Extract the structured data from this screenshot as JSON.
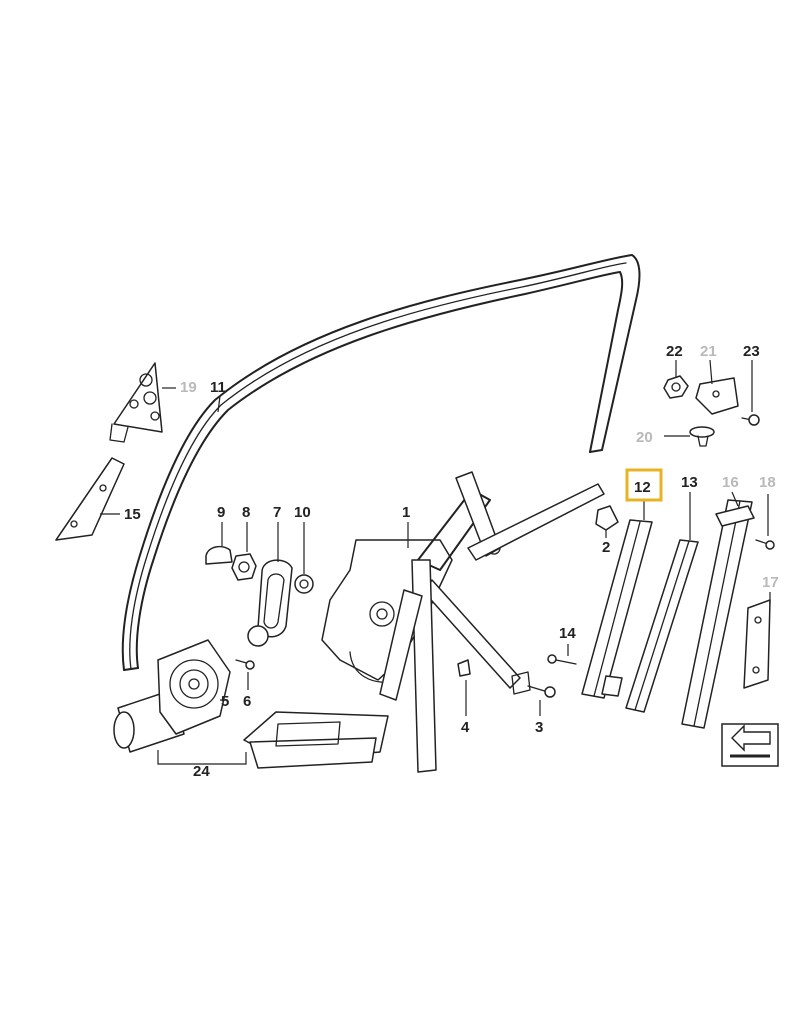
{
  "diagram": {
    "parts": [
      {
        "id": "p1",
        "number": "1",
        "muted": false
      },
      {
        "id": "p2",
        "number": "2",
        "muted": false
      },
      {
        "id": "p3",
        "number": "3",
        "muted": false
      },
      {
        "id": "p4",
        "number": "4",
        "muted": false
      },
      {
        "id": "p5",
        "number": "5",
        "muted": false
      },
      {
        "id": "p6",
        "number": "6",
        "muted": false
      },
      {
        "id": "p7",
        "number": "7",
        "muted": false
      },
      {
        "id": "p8",
        "number": "8",
        "muted": false
      },
      {
        "id": "p9",
        "number": "9",
        "muted": false
      },
      {
        "id": "p10",
        "number": "10",
        "muted": false
      },
      {
        "id": "p11",
        "number": "11",
        "muted": false
      },
      {
        "id": "p12",
        "number": "12",
        "muted": false,
        "highlighted": true
      },
      {
        "id": "p13",
        "number": "13",
        "muted": false
      },
      {
        "id": "p14",
        "number": "14",
        "muted": false
      },
      {
        "id": "p15",
        "number": "15",
        "muted": false
      },
      {
        "id": "p16",
        "number": "16",
        "muted": true
      },
      {
        "id": "p17",
        "number": "17",
        "muted": true
      },
      {
        "id": "p18",
        "number": "18",
        "muted": true
      },
      {
        "id": "p19",
        "number": "19",
        "muted": true
      },
      {
        "id": "p20",
        "number": "20",
        "muted": true
      },
      {
        "id": "p21",
        "number": "21",
        "muted": true
      },
      {
        "id": "p22",
        "number": "22",
        "muted": false
      },
      {
        "id": "p23",
        "number": "23",
        "muted": false
      },
      {
        "id": "p24",
        "number": "24",
        "muted": false
      }
    ],
    "colors": {
      "line": "#222222",
      "muted_label": "#b9b9b9",
      "highlight": "#e8b323",
      "background": "#ffffff"
    },
    "icons": [
      "direction-arrow-icon"
    ]
  }
}
